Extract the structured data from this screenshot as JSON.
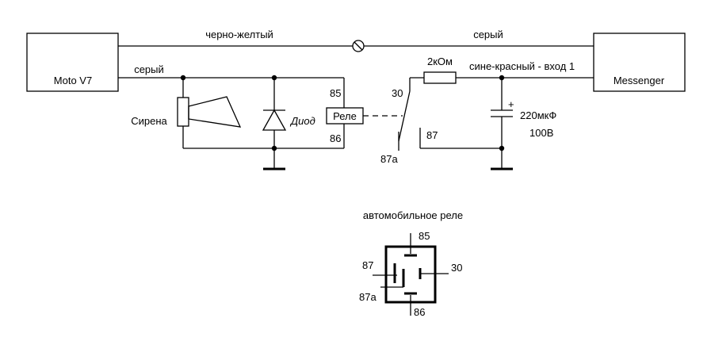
{
  "boxes": {
    "moto": "Moto V7",
    "messenger": "Messenger",
    "relay": "Реле"
  },
  "wires": {
    "black_yellow": "черно-желтый",
    "grey_right": "серый",
    "grey_left": "серый",
    "blue_red_input": "сине-красный - вход 1"
  },
  "components": {
    "siren": "Сирена",
    "diode": "Диод",
    "resistor": "2кОм",
    "capacitor_value": "220мкФ",
    "capacitor_voltage": "100В",
    "capacitor_polarity": "+"
  },
  "pins": {
    "p85": "85",
    "p86": "86",
    "p30": "30",
    "p87": "87",
    "p87a": "87а"
  },
  "legend": {
    "title": "автомобильное реле",
    "p85": "85",
    "p86": "86",
    "p30": "30",
    "p87": "87",
    "p87a": "87а"
  }
}
